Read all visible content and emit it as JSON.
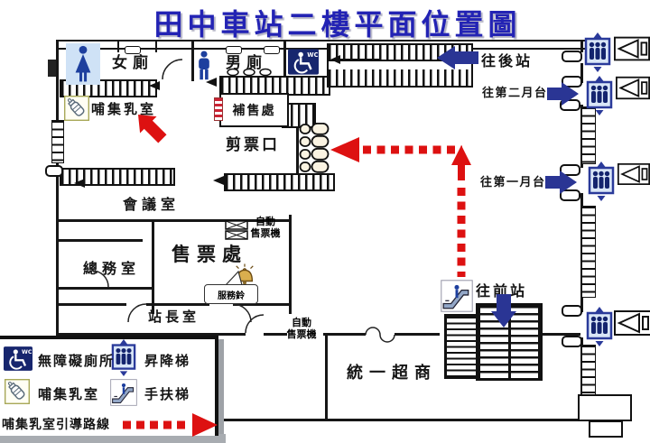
{
  "title": "田中車站二樓平面位置圖",
  "plan": {
    "women_toilet": "女廁",
    "men_toilet": "男廁",
    "nursing_room": "哺集乳室",
    "supplement_office": "補售處",
    "ticket_gate": "剪票口",
    "meeting_room": "會議室",
    "general_affairs_room": "總務室",
    "ticket_office": "售票處",
    "auto_ticket_machine_line1": "自動",
    "auto_ticket_machine_line2": "售票機",
    "service_bell": "服務鈴",
    "station_master_room": "站長室",
    "convenience_store": "統一超商",
    "wc_label": "WC"
  },
  "directions": {
    "to_rear_station": "往後站",
    "to_platform2": "往第二月台",
    "to_platform1": "往第一月台",
    "to_front_station": "往前站"
  },
  "legend": {
    "accessible_toilet": "無障礙廁所",
    "elevator": "昇降梯",
    "nursing_room": "哺集乳室",
    "escalator": "手扶梯",
    "nursing_route": "哺集乳室引導路線"
  },
  "colors": {
    "title_blue": "#2323b4",
    "direction_arrow_blue": "#2a3594",
    "route_red": "#dd1111",
    "icon_navy": "#17266e",
    "wall_black": "#161616"
  }
}
